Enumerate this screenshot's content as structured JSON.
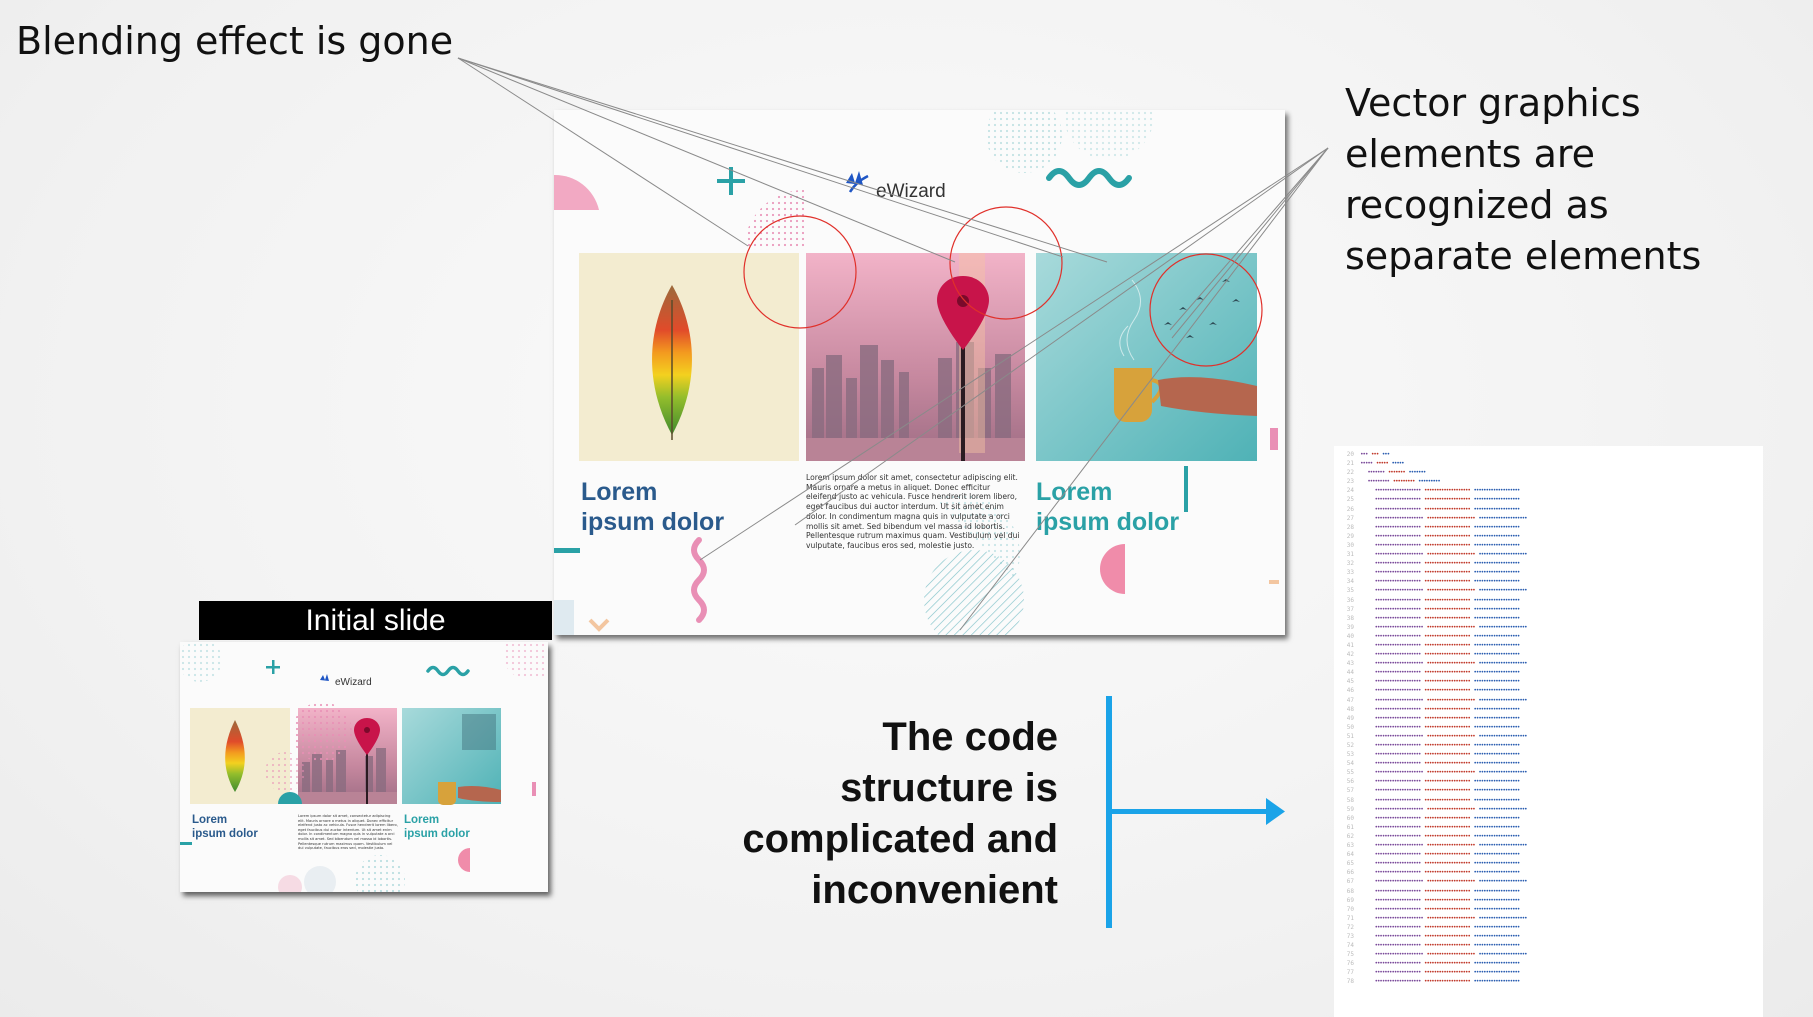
{
  "callouts": {
    "blending": "Blending effect is gone",
    "vector_lines": [
      "Vector graphics",
      "elements are",
      "recognized as",
      "separate elements"
    ],
    "code_lines": [
      "The code",
      "structure is",
      "complicated and",
      "inconvenient"
    ]
  },
  "initial_slide_label": "Initial slide",
  "slide": {
    "brand": "eWizard",
    "heading_left_line1": "Lorem",
    "heading_left_line2": "ipsum dolor",
    "heading_right_line1": "Lorem",
    "heading_right_line2": "ipsum dolor",
    "body_text": "Lorem ipsum dolor sit amet, consectetur adipiscing elit. Mauris ornare a metus in aliquet. Donec efficitur eleifend justo ac vehicula. Fusce hendrerit lorem libero, eget faucibus dui auctor interdum. Ut sit amet enim dolor. In condimentum magna quis in vulputate a orci mollis sit amet. Sed bibendum vel massa id lobortis. Pellentesque rutrum maximus quam. Vestibulum vel dui vulputate, faucibus eros sed, molestie justo."
  },
  "colors": {
    "heading_blue": "#2a5a8c",
    "teal": "#3aa9b0",
    "pink": "#e3527a",
    "callout_red": "#e0302a",
    "arrow_blue": "#1aa3e8",
    "pin_red": "#c8144a"
  },
  "code_sample": {
    "line_numbers": [
      "20",
      "21",
      "22",
      "23",
      "24",
      "25",
      "26",
      "27",
      "28",
      "29",
      "30",
      "31",
      "32",
      "33",
      "34",
      "35",
      "36",
      "37",
      "38",
      "39",
      "40",
      "41",
      "42",
      "43",
      "44",
      "45",
      "46",
      "47",
      "48",
      "49",
      "50",
      "51",
      "52",
      "53",
      "54",
      "55",
      "56",
      "57",
      "58",
      "59",
      "60",
      "61",
      "62",
      "63",
      "64",
      "65",
      "66",
      "67",
      "68",
      "69",
      "70",
      "71",
      "72",
      "73",
      "74",
      "75",
      "76",
      "77",
      "78"
    ]
  }
}
